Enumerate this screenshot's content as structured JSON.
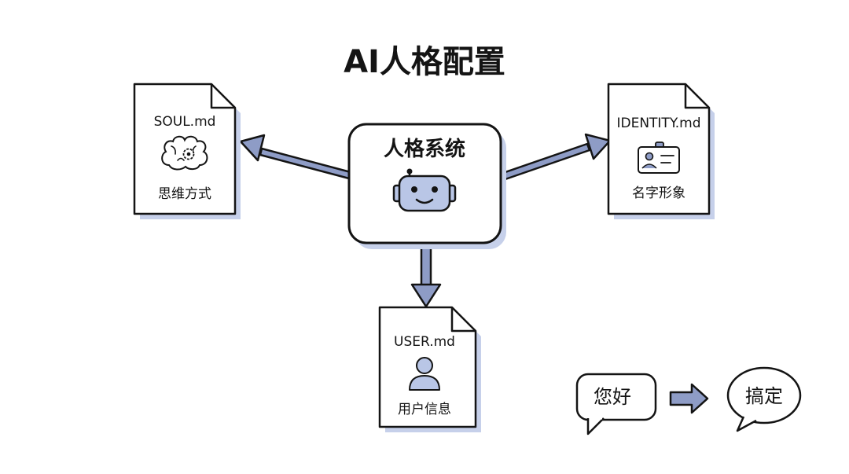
{
  "title": "AI人格配置",
  "hub": {
    "label": "人格系统",
    "icon": "robot-icon"
  },
  "documents": [
    {
      "id": "soul",
      "name": "SOUL.md",
      "description": "思维方式",
      "icon": "brain-gear-icon"
    },
    {
      "id": "identity",
      "name": "IDENTITY.md",
      "description": "名字形象",
      "icon": "id-badge-icon"
    },
    {
      "id": "user",
      "name": "USER.md",
      "description": "用户信息",
      "icon": "user-icon"
    }
  ],
  "bubbles": {
    "left": "您好",
    "right": "搞定"
  },
  "colors": {
    "accent": "#8e9cc6",
    "shadow": "#c6d0ea",
    "outline": "#141414",
    "robot_fill": "#b9c6e6"
  }
}
